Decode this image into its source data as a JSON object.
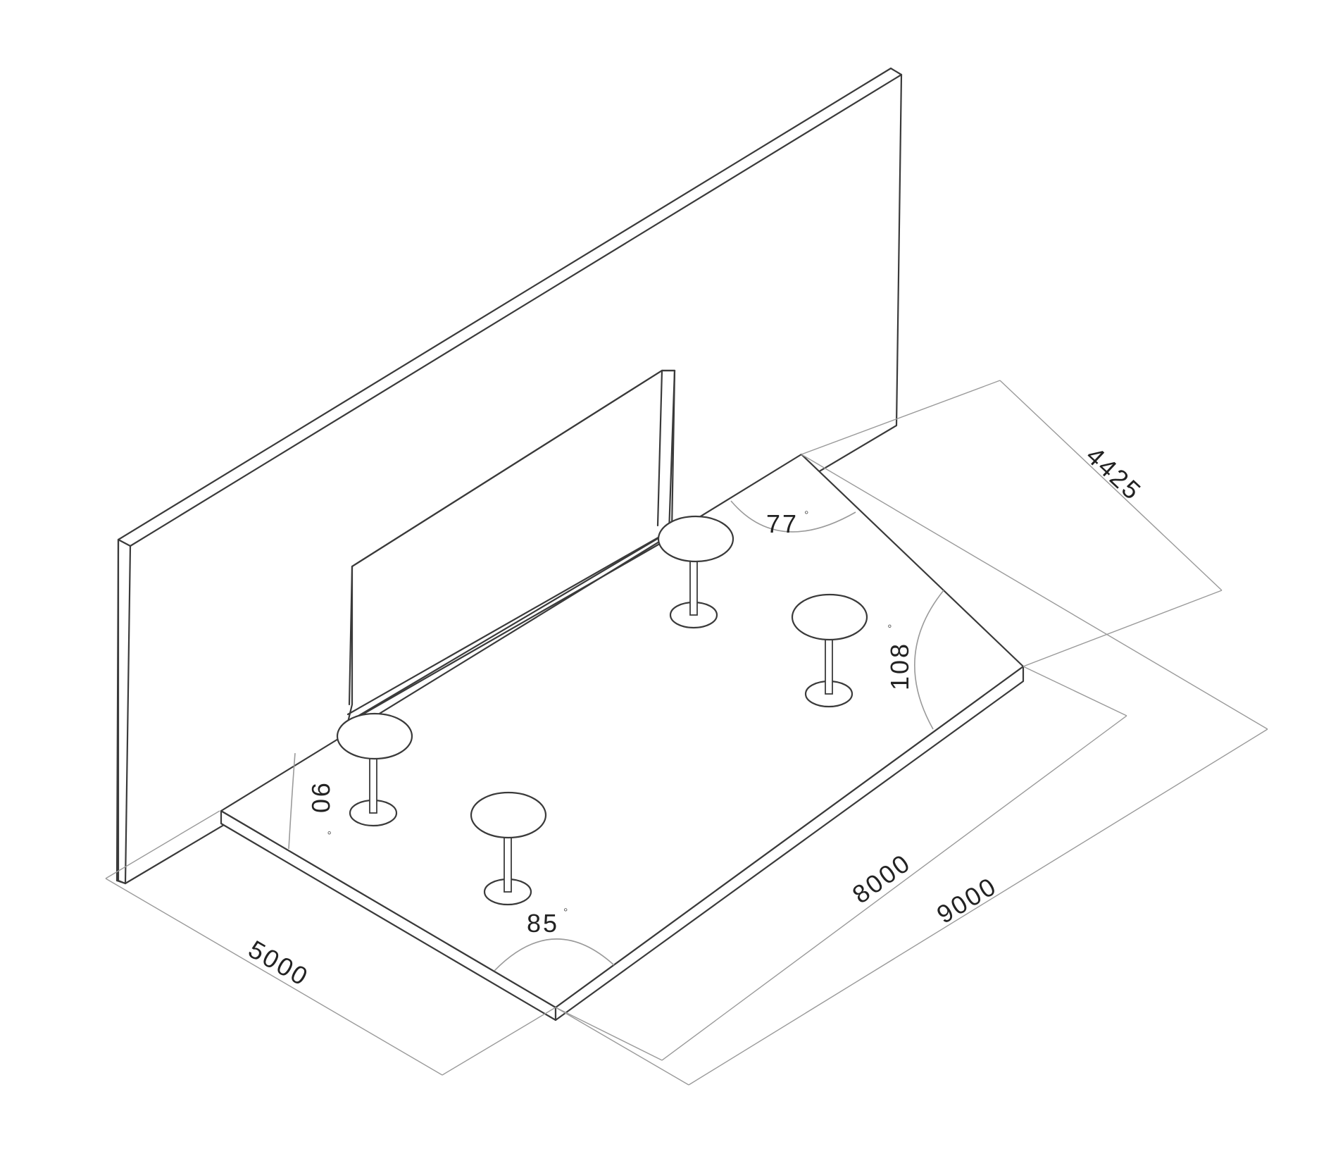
{
  "dimensions": {
    "d5000": "5000",
    "d8000": "8000",
    "d9000": "9000",
    "d4425": "4425"
  },
  "angles": {
    "a90": "90",
    "a85": "85",
    "a77": "77",
    "a108": "108",
    "degree_symbol": "°"
  },
  "colors": {
    "outline": "#3a3a3a",
    "dimension_line": "#9a9a9a",
    "background": "#ffffff"
  }
}
